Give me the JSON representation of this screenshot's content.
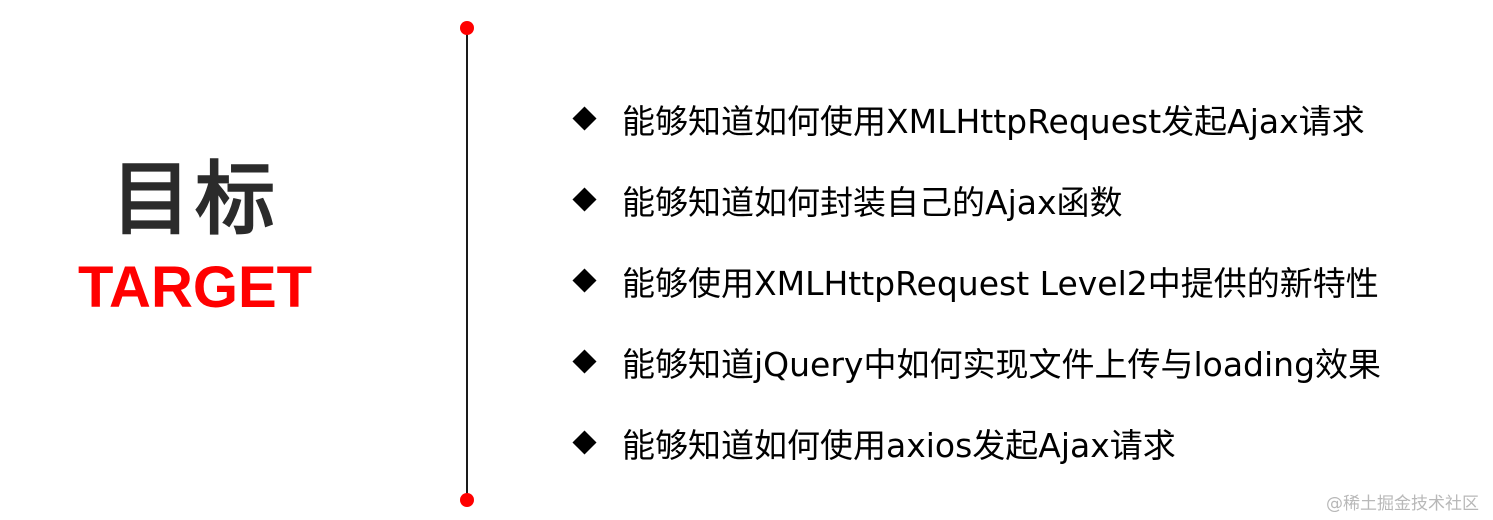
{
  "colors": {
    "accent": "#ff0000",
    "text": "#000000",
    "title": "#2b2b2b",
    "watermark": "#b8b8b8"
  },
  "left": {
    "title_cn": "目标",
    "title_en": "TARGET"
  },
  "goals": [
    {
      "icon": "diamond-bullet-icon",
      "text": "能够知道如何使用XMLHttpRequest发起Ajax请求"
    },
    {
      "icon": "diamond-bullet-icon",
      "text": "能够知道如何封装自己的Ajax函数"
    },
    {
      "icon": "diamond-bullet-icon",
      "text": "能够使用XMLHttpRequest Level2中提供的新特性"
    },
    {
      "icon": "diamond-bullet-icon",
      "text": "能够知道jQuery中如何实现文件上传与loading效果"
    },
    {
      "icon": "diamond-bullet-icon",
      "text": "能够知道如何使用axios发起Ajax请求"
    }
  ],
  "watermark": "@稀土掘金技术社区"
}
